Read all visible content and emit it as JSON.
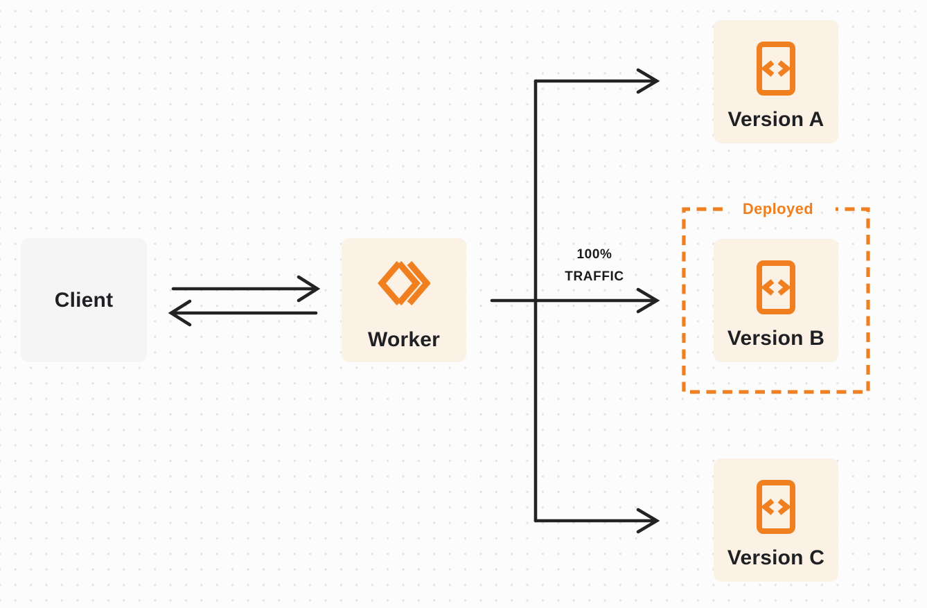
{
  "diagram": {
    "title": "worker-traffic-routing-diagram",
    "nodes": {
      "client": {
        "label": "Client"
      },
      "worker": {
        "label": "Worker"
      },
      "version_a": {
        "label": "Version A"
      },
      "version_b": {
        "label": "Version B"
      },
      "version_c": {
        "label": "Version C"
      }
    },
    "deployed_group": {
      "label": "Deployed"
    },
    "traffic_label": {
      "line1": "100%",
      "line2": "TRAFFIC"
    },
    "icons": {
      "worker_icon": "workers-chevron-icon",
      "version_icon": "code-file-icon"
    },
    "colors": {
      "accent_orange": "#F0801F",
      "node_cream": "#FCF1E5",
      "client_gray": "#F5F5F6",
      "arrow_dark": "#232323",
      "text_dark": "#1F2023"
    }
  }
}
